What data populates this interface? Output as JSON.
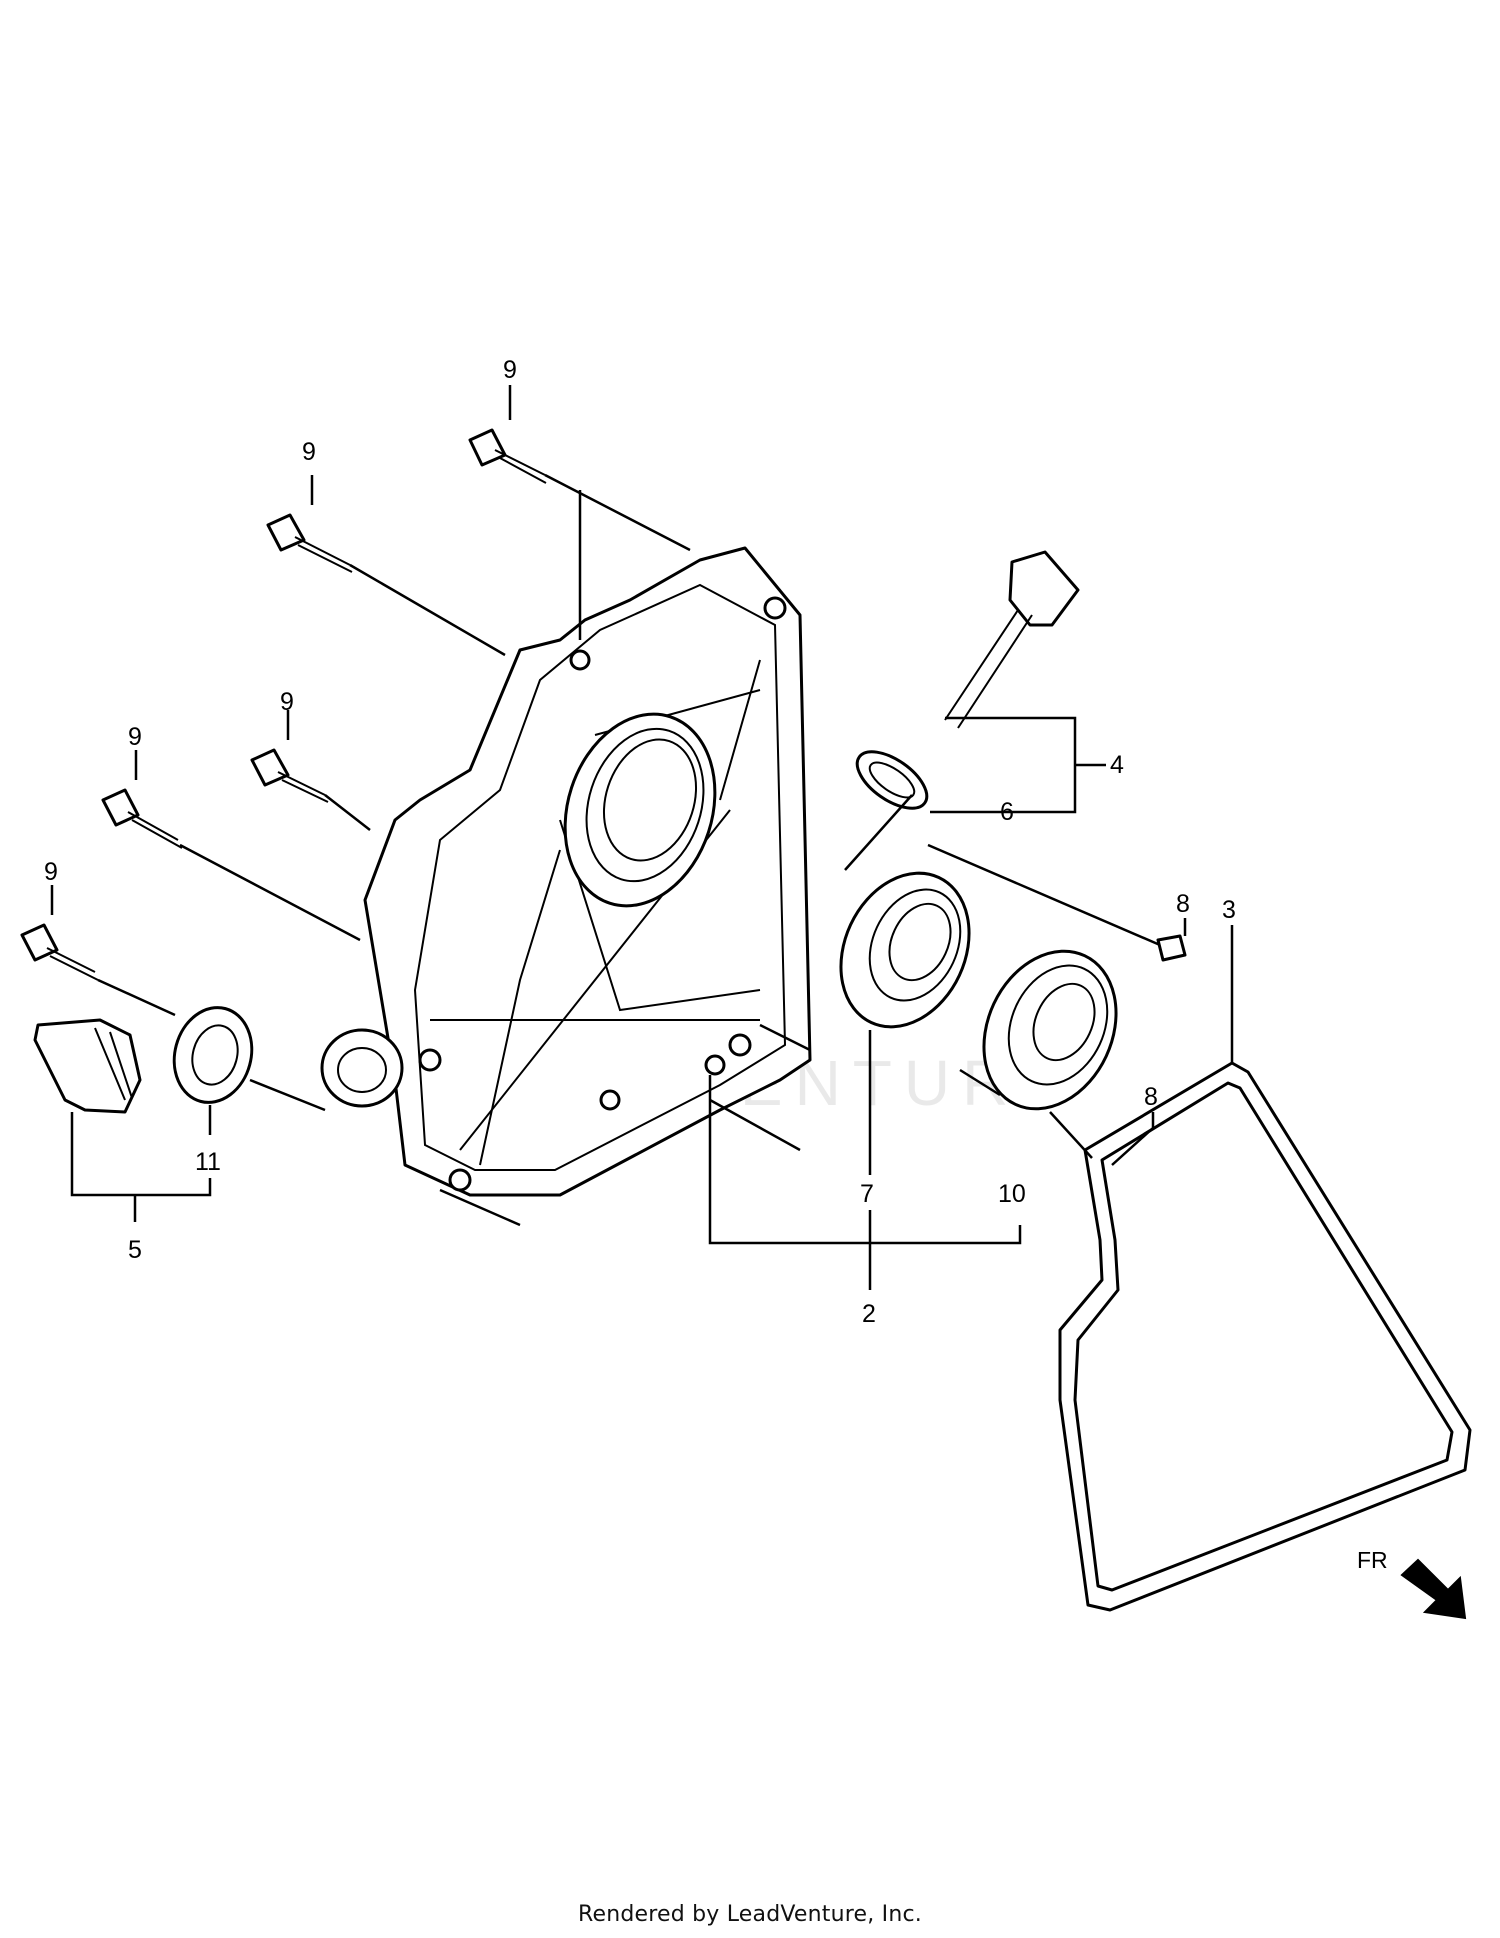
{
  "callouts": {
    "bolt_a": "9",
    "bolt_b": "9",
    "bolt_c": "9",
    "bolt_d": "9",
    "bolt_e": "9",
    "part_2": "2",
    "part_3": "3",
    "part_4": "4",
    "part_5": "5",
    "part_6": "6",
    "part_7": "7",
    "part_8_upper": "8",
    "part_8_lower": "8",
    "part_10": "10",
    "part_11": "11"
  },
  "direction_label": "FR",
  "watermark_text": "LEADVENTURE",
  "footer": "Rendered by LeadVenture, Inc."
}
